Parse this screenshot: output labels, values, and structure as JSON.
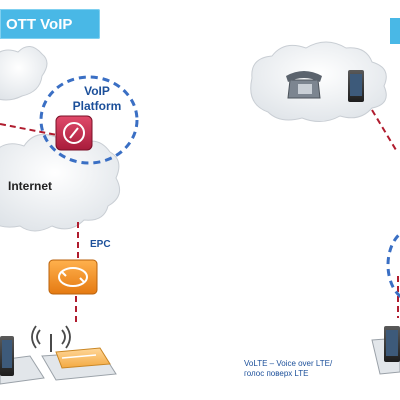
{
  "title": "OTT VoIP",
  "voip_platform": {
    "line1": "VoIP",
    "line2": "Platform"
  },
  "internet_label": "Internet",
  "epc_label": "EPC",
  "volte_note": {
    "line1": "VoLTE – Voice over LTE/",
    "line2": "голос поверх LTE"
  },
  "icons": [
    "cloud-icon",
    "voip-platform-icon",
    "epc-router-icon",
    "wifi-router-icon",
    "smartphone-icon",
    "desk-phone-icon",
    "wireless-signal-icon"
  ],
  "colors": {
    "title_badge": "#49b8e6",
    "label_blue": "#1b4f9a",
    "dashed_red": "#b01c2e",
    "dashed_blue": "#3a6fc4",
    "cloud_fill": "#eef1f4",
    "voip_icon": "#c9264a",
    "epc_icon": "#f08a1c"
  }
}
